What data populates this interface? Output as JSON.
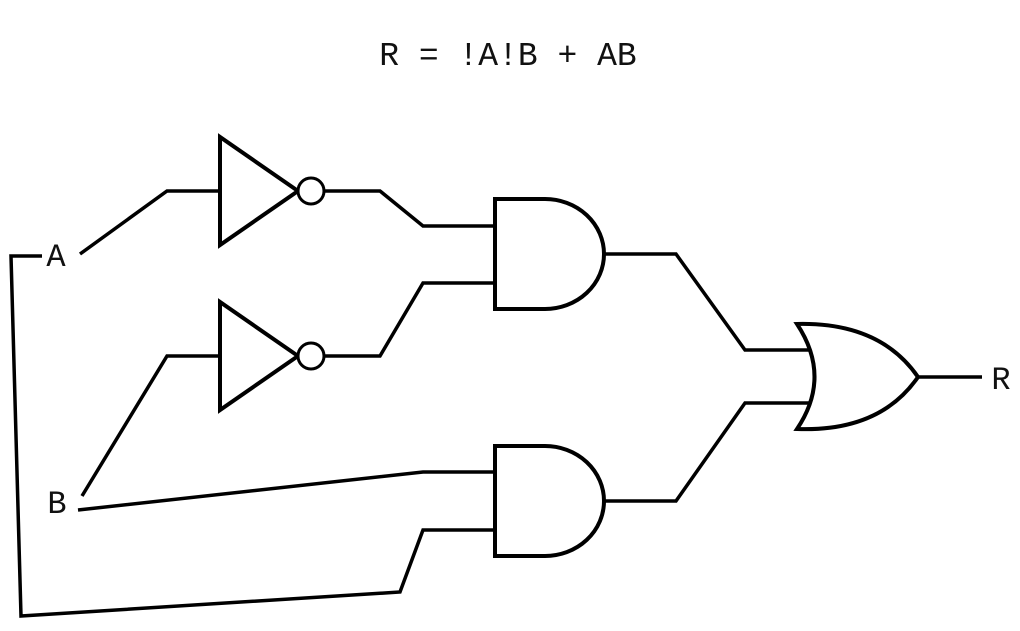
{
  "equation": "R = !A!B + AB",
  "inputs": {
    "a": "A",
    "b": "B"
  },
  "output": "R",
  "colors": {
    "ink": "#000000",
    "background": "#ffffff"
  }
}
